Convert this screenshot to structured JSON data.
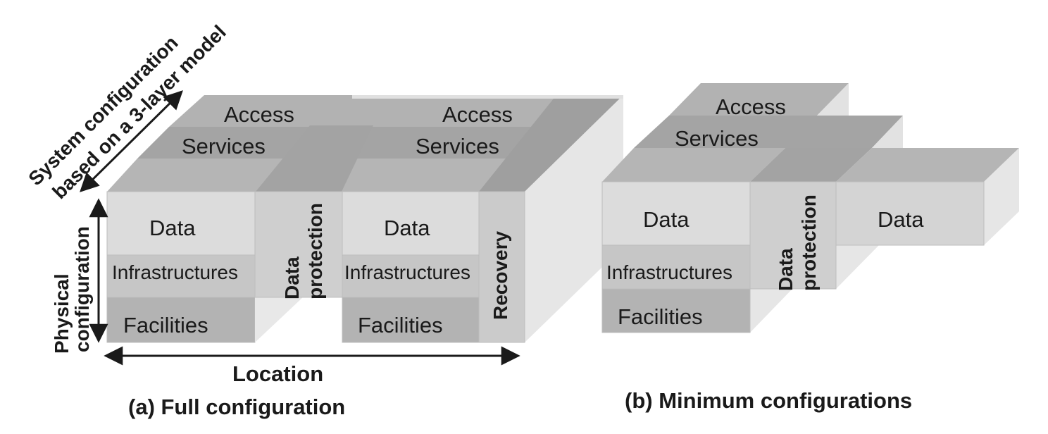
{
  "panel_a": {
    "caption": "(a) Full configuration",
    "axis_layer_model": {
      "line1": "System configuration",
      "line2": "based on a 3-layer model"
    },
    "axis_physical": {
      "line1": "Physical",
      "line2": "configuration"
    },
    "axis_location": "Location",
    "blocks": {
      "access": "Access",
      "services": "Services",
      "data": "Data",
      "infrastructures": "Infrastructures",
      "facilities": "Facilities",
      "data_protection_line1": "Data",
      "data_protection_line2": "protection",
      "recovery": "Recovery"
    }
  },
  "panel_b": {
    "caption": "(b) Minimum configurations",
    "blocks": {
      "access": "Access",
      "services": "Services",
      "data": "Data",
      "infrastructures": "Infrastructures",
      "facilities": "Facilities",
      "data_protection_line1": "Data",
      "data_protection_line2": "protection"
    }
  },
  "colors": {
    "top_light": "#b4b4b4",
    "top_mid": "#a6a6a6",
    "top_dark": "#9a9a9a",
    "front_light": "#dcdcdc",
    "front_mid": "#c8c8c8",
    "front_dark": "#b3b3b3",
    "side_light": "#ececec",
    "side_mid": "#e0e0e0",
    "text": "#1a1a1a"
  }
}
